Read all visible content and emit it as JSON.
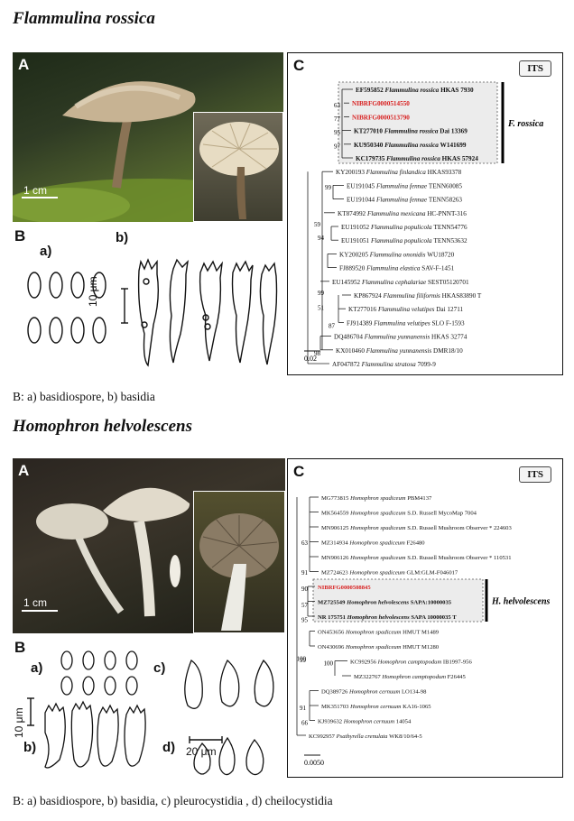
{
  "section1": {
    "title": "Flammulina rossica",
    "panel_a_label": "A",
    "panel_b_label": "B",
    "panel_c_label": "C",
    "scale_photo": "1 cm",
    "sub_a": "a)",
    "sub_b": "b)",
    "scale_drawing": "10 μm",
    "its_label": "ITS",
    "clade_label": "F. rossica",
    "tree_scale": "0.02",
    "caption": "B: a) basidiospore, b) basidia",
    "tree_tips": [
      {
        "acc": "EF595852",
        "name": "Flammulina rossica",
        "voucher": "HKAS 7930",
        "bold": true,
        "red": false
      },
      {
        "acc": "NIBRFG0000514550",
        "name": "",
        "voucher": "",
        "bold": false,
        "red": true
      },
      {
        "acc": "NIBRFG0000513790",
        "name": "",
        "voucher": "",
        "bold": false,
        "red": true
      },
      {
        "acc": "KT277010",
        "name": "Flammulina rossica",
        "voucher": "Dai 13369",
        "bold": true,
        "red": false
      },
      {
        "acc": "KU950340",
        "name": "Flammulina rossica",
        "voucher": "W141699",
        "bold": true,
        "red": false
      },
      {
        "acc": "KC179735",
        "name": "Flammulina rossica",
        "voucher": "HKAS 57924",
        "bold": true,
        "red": false
      },
      {
        "acc": "KY200193",
        "name": "Flammulina finlandica",
        "voucher": "HKAS93378",
        "bold": false,
        "red": false
      },
      {
        "acc": "EU191045",
        "name": "Flammulina fennae",
        "voucher": "TENN60085",
        "bold": false,
        "red": false
      },
      {
        "acc": "EU191044",
        "name": "Flammulina fennae",
        "voucher": "TENN58263",
        "bold": false,
        "red": false
      },
      {
        "acc": "KT874992",
        "name": "Flammulina mexicana",
        "voucher": "HC-PNNT-316",
        "bold": false,
        "red": false
      },
      {
        "acc": "EU191052",
        "name": "Flammulina populicola",
        "voucher": "TENN54776",
        "bold": false,
        "red": false
      },
      {
        "acc": "EU191051",
        "name": "Flammulina populicola",
        "voucher": "TENN53632",
        "bold": false,
        "red": false
      },
      {
        "acc": "KY200205",
        "name": "Flammulina ononidis",
        "voucher": "WU18720",
        "bold": false,
        "red": false
      },
      {
        "acc": "FJ889520",
        "name": "Flammulina elastica",
        "voucher": "SAV-F-1451",
        "bold": false,
        "red": false
      },
      {
        "acc": "EU145952",
        "name": "Flammulina cephalariae",
        "voucher": "SEST05120701",
        "bold": false,
        "red": false
      },
      {
        "acc": "KP867924",
        "name": "Flammulina filiformis",
        "voucher": "HKAS83890 T",
        "bold": false,
        "red": false
      },
      {
        "acc": "KT277016",
        "name": "Flammulina velutipes",
        "voucher": "Dai 12711",
        "bold": false,
        "red": false
      },
      {
        "acc": "FJ914389",
        "name": "Flammulina velutipes",
        "voucher": "SLO F-1593",
        "bold": false,
        "red": false
      },
      {
        "acc": "DQ486704",
        "name": "Flammulina yunnanensis",
        "voucher": "HKAS 32774",
        "bold": false,
        "red": false
      },
      {
        "acc": "KX010460",
        "name": "Flammulina yunnanensis",
        "voucher": "DMR18/10",
        "bold": false,
        "red": false
      },
      {
        "acc": "AF047872",
        "name": "Flammulina stratosa",
        "voucher": "7099-9",
        "bold": false,
        "red": false
      }
    ],
    "bootstrap": [
      "63",
      "77",
      "95",
      "97",
      "99",
      "59",
      "94",
      "51",
      "87",
      "99",
      "98"
    ]
  },
  "section2": {
    "title": "Homophron helvolescens",
    "panel_a_label": "A",
    "panel_b_label": "B",
    "panel_c_label": "C",
    "scale_photo": "1 cm",
    "sub_a": "a)",
    "sub_b": "b)",
    "sub_c": "c)",
    "sub_d": "d)",
    "scale_drawing_v": "10 μm",
    "scale_drawing_h": "20 μm",
    "its_label": "ITS",
    "clade_label": "H. helvolescens",
    "tree_scale": "0.0050",
    "caption": "B: a) basidiospore, b) basidia, c) pleurocystidia , d) cheilocystidia",
    "tree_tips": [
      {
        "acc": "MG773815",
        "name": "Homophron spadiceum",
        "voucher": "PBM4137",
        "bold": false,
        "red": false
      },
      {
        "acc": "MK564559",
        "name": "Homophron spadiceum",
        "voucher": "S.D. Russell MycoMap 7004",
        "bold": false,
        "red": false
      },
      {
        "acc": "MN906125",
        "name": "Homophron spadiceum",
        "voucher": "S.D. Russell Mushroom Observer * 224603",
        "bold": false,
        "red": false
      },
      {
        "acc": "MZ314934",
        "name": "Homophron spadiceum",
        "voucher": "F26480",
        "bold": false,
        "red": false
      },
      {
        "acc": "MN906126",
        "name": "Homophron spadiceum",
        "voucher": "S.D. Russell Mushroom Observer * 110531",
        "bold": false,
        "red": false
      },
      {
        "acc": "MZ724623",
        "name": "Homophron spadiceum",
        "voucher": "GLM:GLM-F046017",
        "bold": false,
        "red": false
      },
      {
        "acc": "NIBRFG0000508845",
        "name": "",
        "voucher": "",
        "bold": false,
        "red": true
      },
      {
        "acc": "MZ725549",
        "name": "Homophron helvolescens",
        "voucher": "SAPA:10000035",
        "bold": true,
        "red": false
      },
      {
        "acc": "NR 175751",
        "name": "Homophron helvolescens",
        "voucher": "SAPA 10000035 T",
        "bold": true,
        "red": false
      },
      {
        "acc": "ON453656",
        "name": "Homophron spadiceum",
        "voucher": "HMUT M1489",
        "bold": false,
        "red": false
      },
      {
        "acc": "ON430696",
        "name": "Homophron spadiceum",
        "voucher": "HMUT M1280",
        "bold": false,
        "red": false
      },
      {
        "acc": "KC992956",
        "name": "Homophron camptopodum",
        "voucher": "IB1997-956",
        "bold": false,
        "red": false
      },
      {
        "acc": "MZ322767",
        "name": "Homophron camptopodum",
        "voucher": "F26445",
        "bold": false,
        "red": false
      },
      {
        "acc": "DQ389726",
        "name": "Homophron cernuum",
        "voucher": "LO134-98",
        "bold": false,
        "red": false
      },
      {
        "acc": "MK351703",
        "name": "Homophron cernuum",
        "voucher": "KA16-1065",
        "bold": false,
        "red": false
      },
      {
        "acc": "KJ939632",
        "name": "Homophron cernuum",
        "voucher": "14054",
        "bold": false,
        "red": false
      },
      {
        "acc": "KC992957",
        "name": "Psathyrella crenulata",
        "voucher": "WK8/10/64-5",
        "bold": false,
        "red": false
      }
    ],
    "bootstrap": [
      "63",
      "91",
      "57",
      "95",
      "90",
      "100",
      "99",
      "100",
      "91",
      "66"
    ]
  },
  "colors": {
    "red_label": "#d81f1f",
    "clade_box": "#ececec"
  }
}
